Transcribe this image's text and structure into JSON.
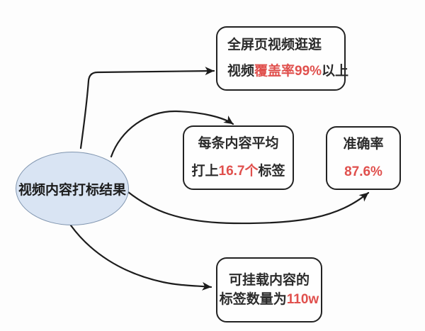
{
  "colors": {
    "background": "#fdfdfd",
    "node_fill": "#fefefe",
    "node_border": "#222222",
    "arrow": "#1c1c1c",
    "text": "#2b2b2b",
    "accent_red": "#e0504d",
    "ellipse_fill": "#d9e4f3",
    "ellipse_border": "#8095af"
  },
  "root": {
    "label": "视频内容打标结果"
  },
  "boxes": {
    "top": {
      "line1": "全屏页视频逛逛",
      "line2_pre": "视频",
      "line2_red": "覆盖率99%",
      "line2_post": "以上"
    },
    "middle": {
      "line1": "每条内容平均",
      "line2_pre": "打上",
      "line2_red": "16.7个",
      "line2_post": "标签"
    },
    "right": {
      "line1": "准确率",
      "line2_red": "87.6%"
    },
    "bottom": {
      "line1": "可挂载内容的",
      "line2_pre": "标签数量为",
      "line2_red": "110w"
    }
  }
}
